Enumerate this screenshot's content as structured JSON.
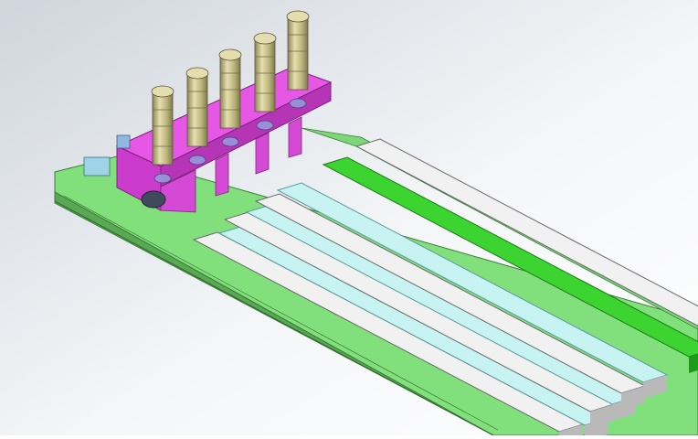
{
  "view": {
    "title": "",
    "background_top": "#d8dde3",
    "background_bottom": "#ffffff"
  },
  "colors": {
    "base_plate": "#7fe07a",
    "base_plate_side": "#4f9a4b",
    "fixture_bracket": "#e04fe0",
    "fixture_bracket_side": "#b03bb0",
    "cylinder_body": "#c9c188",
    "cylinder_cap": "#d8d0a0",
    "cylinder_shadow": "#8d8558",
    "strip_white": "#f2f2f2",
    "strip_cyan": "#c6f2f2",
    "strip_green": "#37d62c"
  },
  "parts": {
    "cylinders": [
      "cylinder-1",
      "cylinder-2",
      "cylinder-3",
      "cylinder-4",
      "cylinder-5"
    ],
    "strips": [
      {
        "name": "strip-front",
        "color": "white"
      },
      {
        "name": "strip-2",
        "color": "cyan"
      },
      {
        "name": "strip-3",
        "color": "white"
      },
      {
        "name": "strip-4",
        "color": "cyan"
      },
      {
        "name": "strip-5",
        "color": "white"
      },
      {
        "name": "strip-6",
        "color": "cyan"
      },
      {
        "name": "strip-green",
        "color": "green"
      },
      {
        "name": "strip-back",
        "color": "white"
      }
    ]
  }
}
